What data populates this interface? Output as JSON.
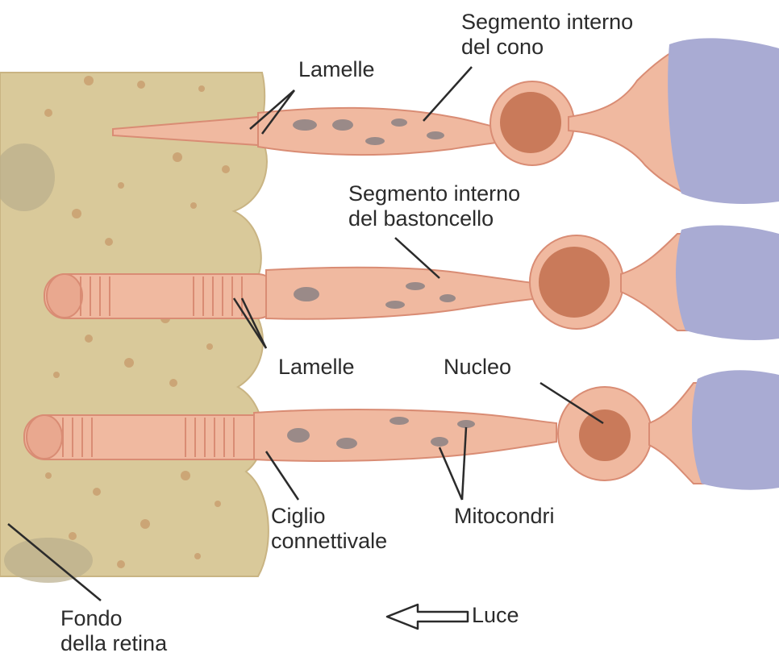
{
  "labels": {
    "cone_inner_segment": [
      "Segmento interno",
      "del cono"
    ],
    "lamellae_top": "Lamelle",
    "rod_inner_segment": [
      "Segmento interno",
      "del bastoncello"
    ],
    "lamellae_mid": "Lamelle",
    "nucleus": "Nucleo",
    "connecting_cilium": [
      "Ciglio",
      "connettivale"
    ],
    "mitochondria": "Mitocondri",
    "retina_base": [
      "Fondo",
      "della retina"
    ],
    "light": "Luce"
  },
  "colors": {
    "epithelium": "#d9c99a",
    "epithelium_spot": "#c79a6a",
    "cell_body": "#f0b9a0",
    "cell_outline": "#d98c74",
    "nucleus": "#c97a5a",
    "synapse": "#a9abd3",
    "mitochondria": "#9a8a88",
    "leader": "#2b2b2b"
  }
}
